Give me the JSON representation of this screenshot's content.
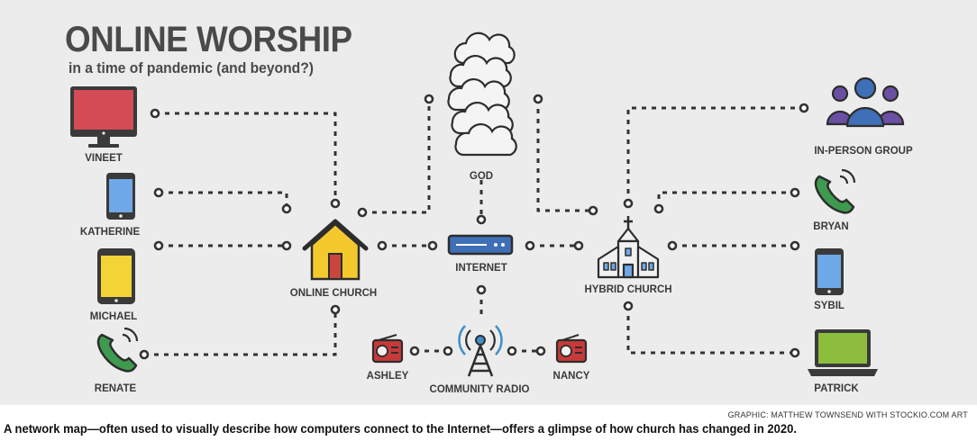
{
  "header": {
    "title": "ONLINE WORSHIP",
    "subtitle": "in a time of pandemic (and beyond?)"
  },
  "nodes": {
    "vineet": "VINEET",
    "katherine": "KATHERINE",
    "michael": "MICHAEL",
    "renate": "RENATE",
    "online_church": "ONLINE CHURCH",
    "god": "GOD",
    "internet": "INTERNET",
    "ashley": "ASHLEY",
    "community_radio": "COMMUNITY RADIO",
    "nancy": "NANCY",
    "hybrid_church": "HYBRID CHURCH",
    "in_person_group": "IN-PERSON GROUP",
    "bryan": "BRYAN",
    "sybil": "SYBIL",
    "patrick": "PATRICK"
  },
  "icons": {
    "vineet": "desktop-monitor-icon",
    "katherine": "smartphone-icon",
    "michael": "tablet-icon",
    "renate": "phone-handset-icon",
    "online_church": "house-icon",
    "god": "cloud-icon",
    "internet": "router-icon",
    "ashley": "radio-icon",
    "community_radio": "radio-tower-icon",
    "nancy": "radio-icon",
    "hybrid_church": "church-building-icon",
    "in_person_group": "group-of-people-icon",
    "bryan": "phone-handset-icon",
    "sybil": "smartphone-icon",
    "patrick": "laptop-icon"
  },
  "colors": {
    "background": "#ececec",
    "monitor_red": "#d44a55",
    "phone_blue": "#6fa8e8",
    "tablet_yellow": "#f3d437",
    "phone_green": "#3e9a4e",
    "house_yellow": "#f4c92e",
    "people_purple": "#6b4fa3",
    "people_blue": "#3f6fb6",
    "laptop_green": "#8cbd3c",
    "radio_red": "#c73a3a",
    "tower_blue": "#3f8fc9"
  },
  "footer": {
    "credit": "GRAPHIC: MATTHEW TOWNSEND WITH STOCKIO.COM ART",
    "caption": "A network map—often used to visually describe how computers connect to the Internet—offers a glimpse of how church has changed in 2020."
  }
}
